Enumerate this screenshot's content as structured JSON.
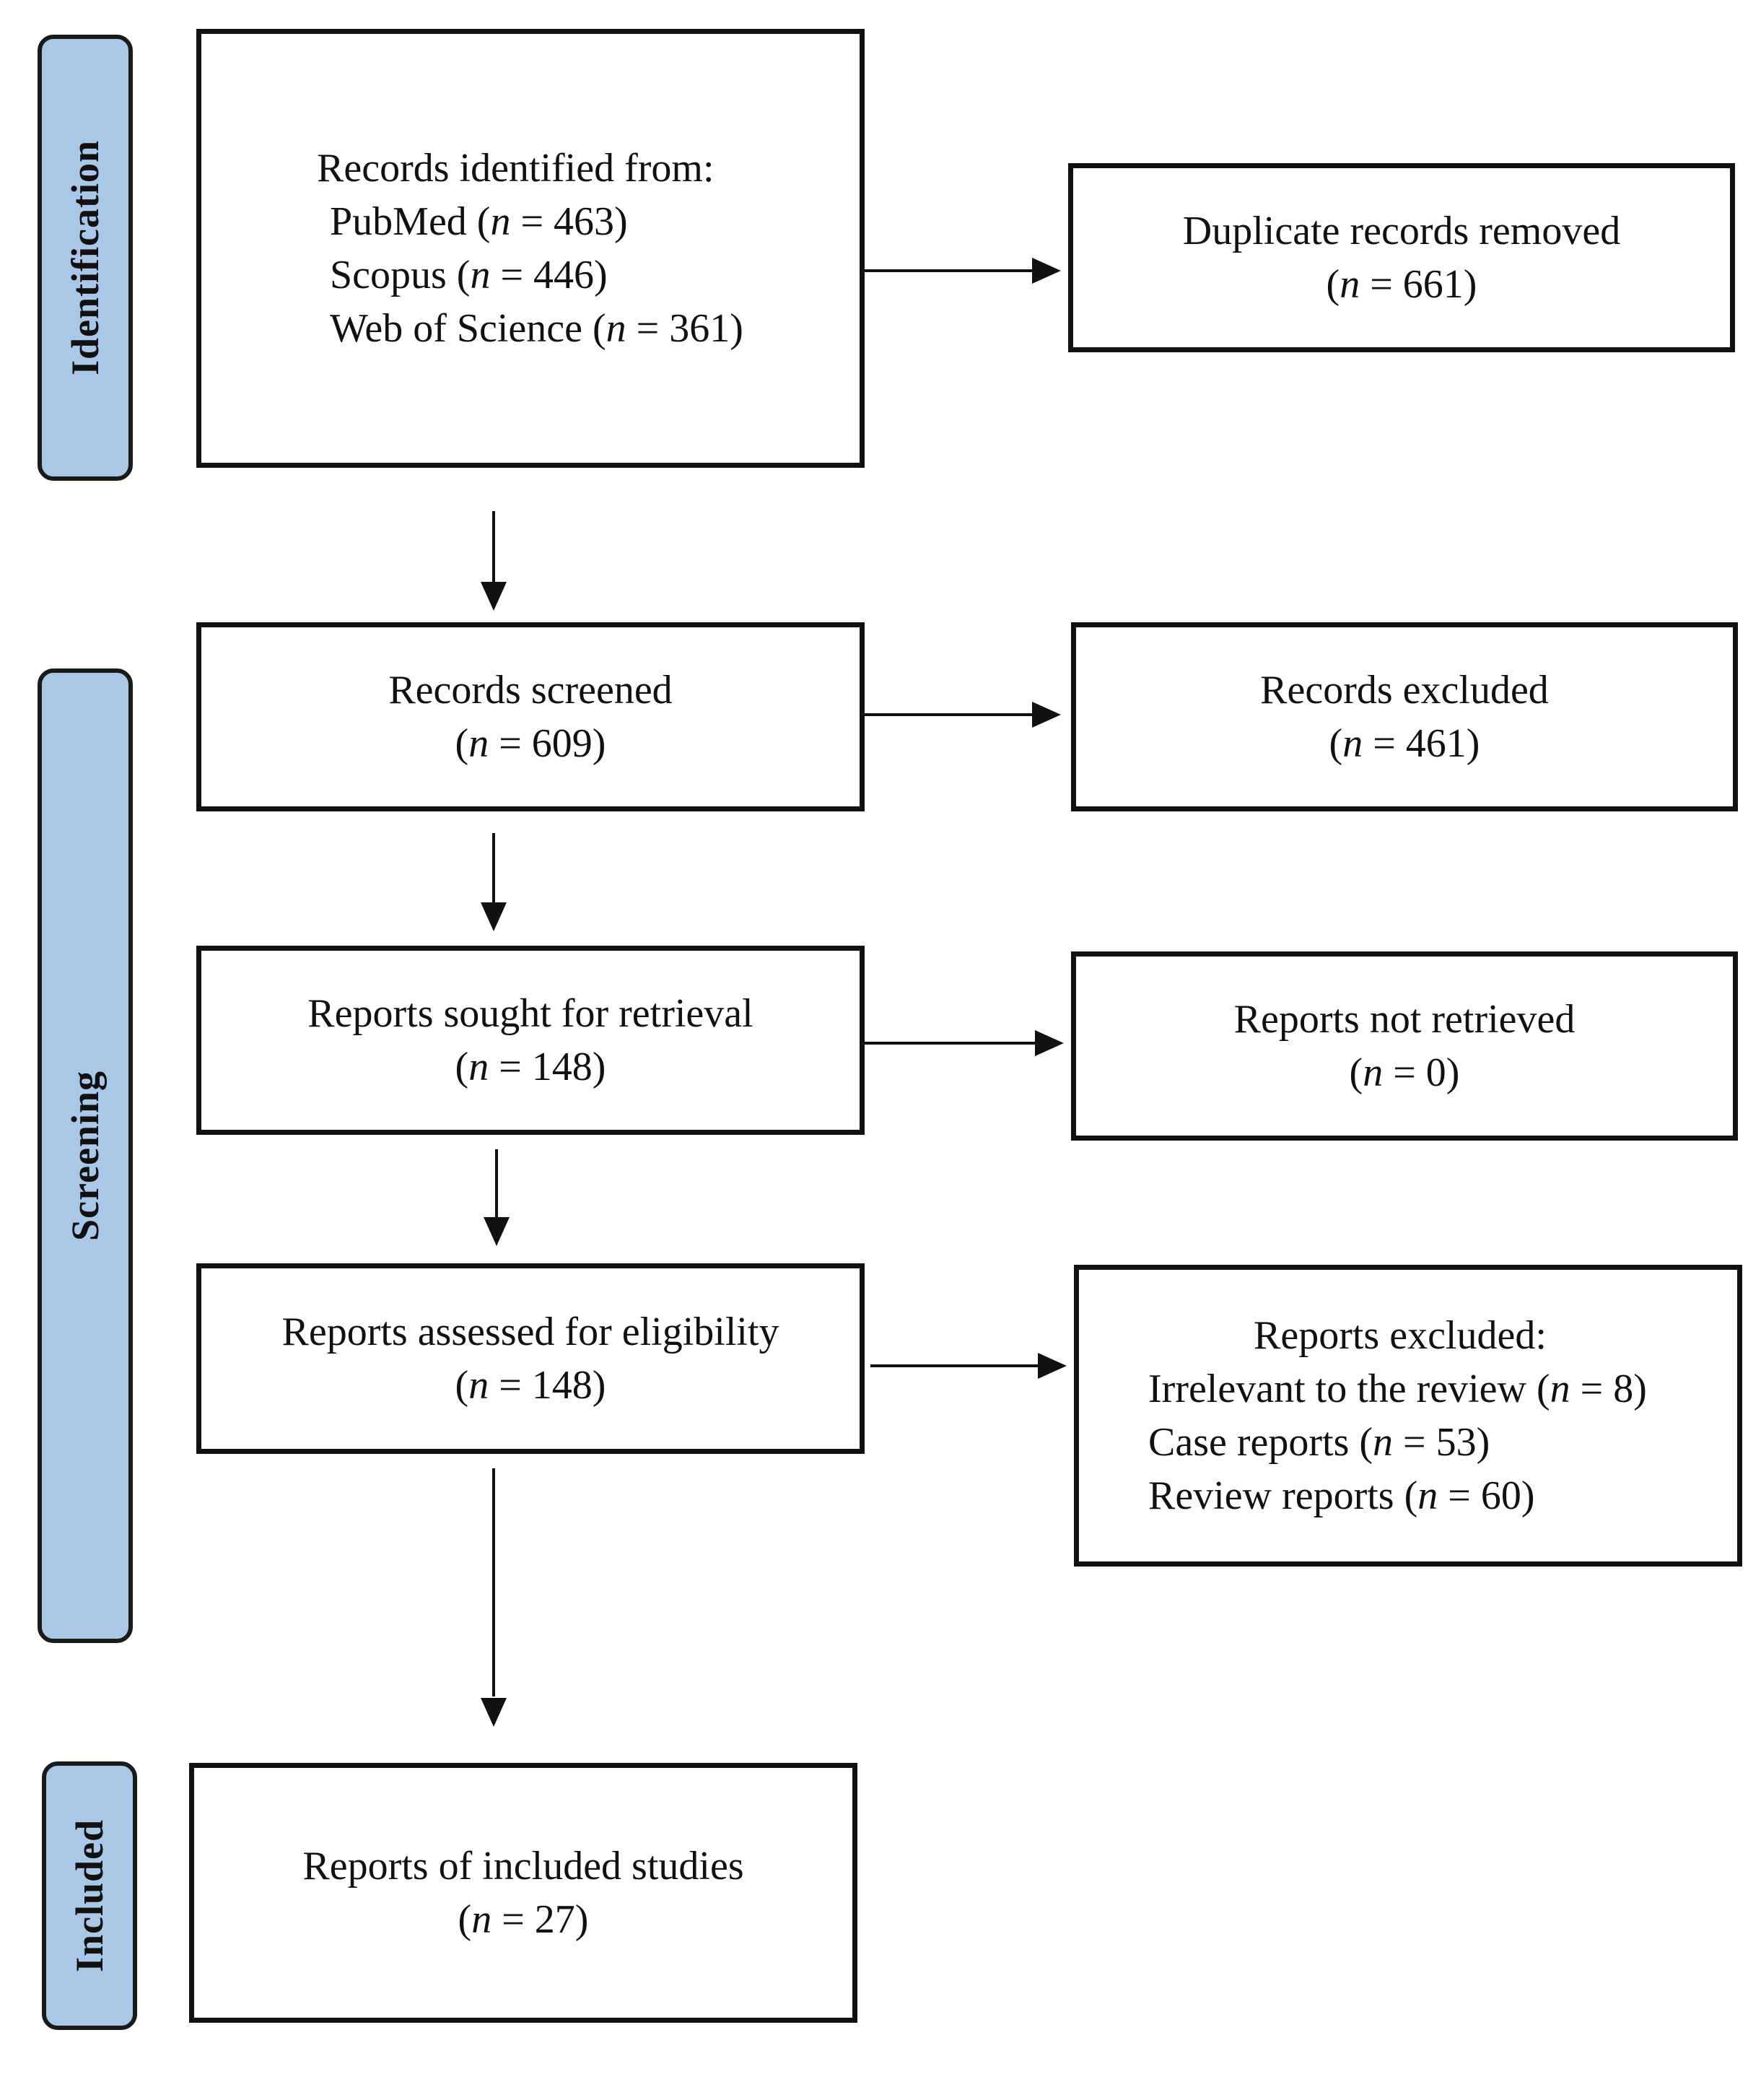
{
  "phases": {
    "identification": "Identification",
    "screening": "Screening",
    "included": "Included"
  },
  "n_symbol": "n",
  "boxes": {
    "identified": {
      "title": "Records identified from:",
      "sources": [
        {
          "name": "PubMed",
          "count": "463"
        },
        {
          "name": "Scopus",
          "count": "446"
        },
        {
          "name": "Web of Science",
          "count": "361"
        }
      ]
    },
    "duplicates": {
      "title": "Duplicate records removed",
      "count": "661"
    },
    "screened": {
      "title": "Records screened",
      "count": "609"
    },
    "excluded": {
      "title": "Records excluded",
      "count": "461"
    },
    "sought": {
      "title": "Reports sought for retrieval",
      "count": "148"
    },
    "not_retrieved": {
      "title": "Reports not retrieved",
      "count": "0"
    },
    "assessed": {
      "title": "Reports assessed for eligibility",
      "count": "148"
    },
    "reports_excluded": {
      "title": "Reports excluded:",
      "reasons": [
        {
          "name": "Irrelevant to the review",
          "count": "8"
        },
        {
          "name": "Case reports",
          "count": "53"
        },
        {
          "name": "Review reports",
          "count": "60"
        }
      ]
    },
    "included": {
      "title": "Reports of included studies",
      "count": "27"
    }
  },
  "colors": {
    "phase_fill": "#a9c8e8",
    "border": "#111111"
  }
}
